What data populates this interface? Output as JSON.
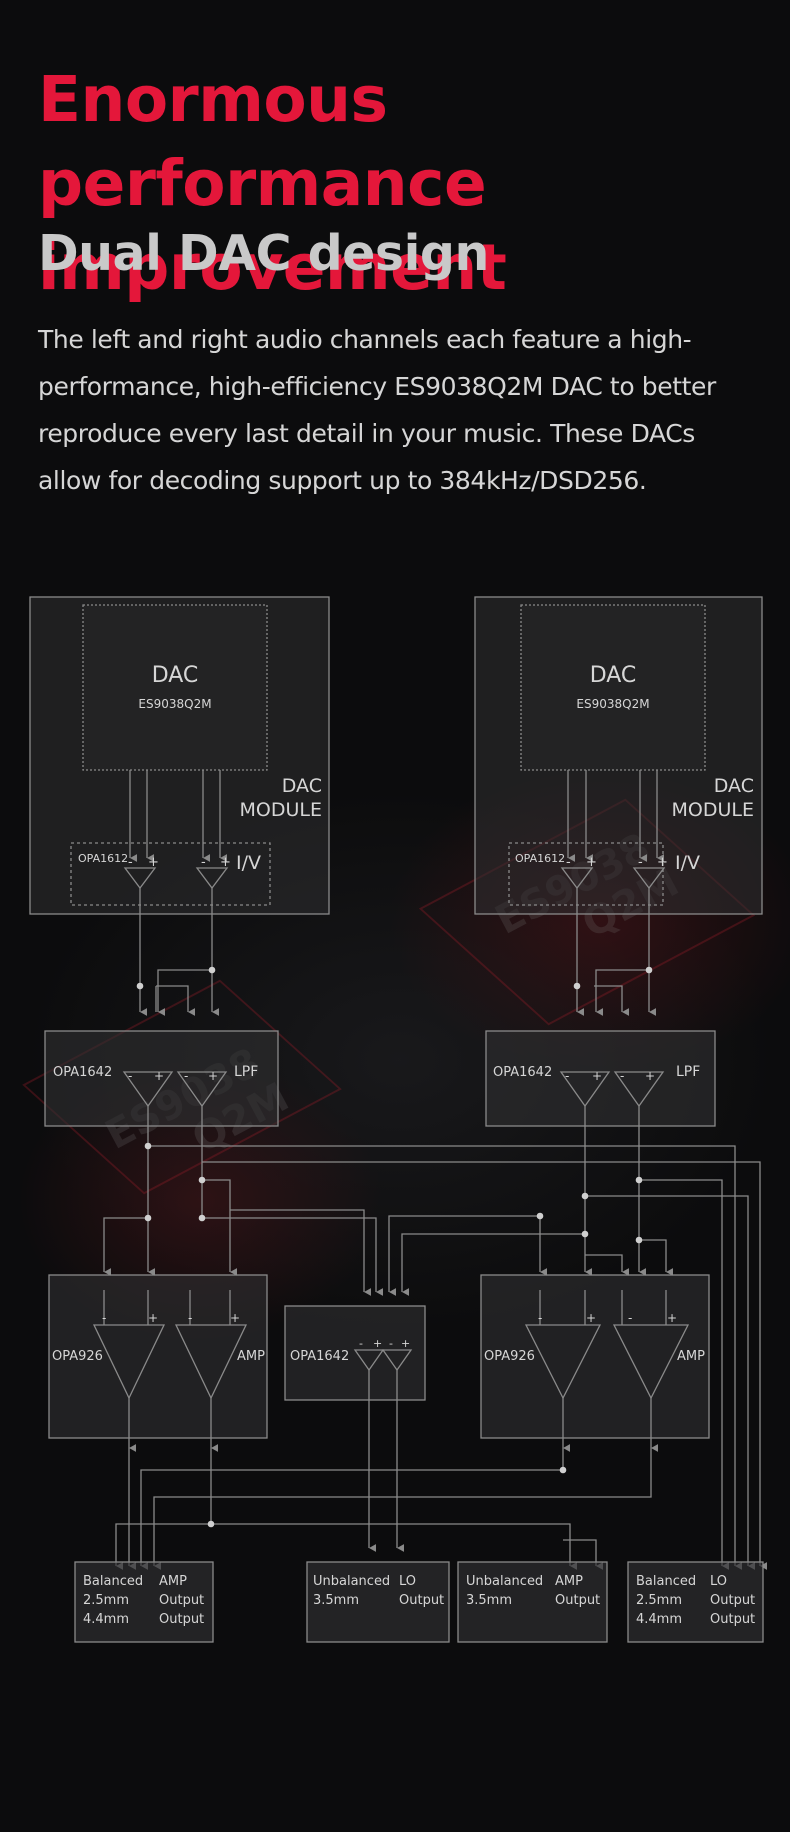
{
  "header": {
    "headline": "Enormous performance improvement",
    "subhead": "Dual DAC design",
    "body": "The left and right audio channels each feature a high-performance, high-efficiency ES9038Q2M DAC to better reproduce every last detail in your music. These DACs allow for decoding support up to 384kHz/DSD256."
  },
  "diagram": {
    "dac_left": {
      "title": "DAC",
      "chip": "ES9038Q2M",
      "module_line1": "DAC",
      "module_line2": "MODULE",
      "iv_amp": "OPA1612",
      "iv_label": "I/V"
    },
    "dac_right": {
      "title": "DAC",
      "chip": "ES9038Q2M",
      "module_line1": "DAC",
      "module_line2": "MODULE",
      "iv_amp": "OPA1612",
      "iv_label": "I/V"
    },
    "lpf_left": {
      "amp": "OPA1642",
      "label": "LPF"
    },
    "lpf_right": {
      "amp": "OPA1642",
      "label": "LPF"
    },
    "amp_left": {
      "amp": "OPA926",
      "label": "AMP"
    },
    "amp_center": {
      "amp": "OPA1642"
    },
    "amp_right": {
      "amp": "OPA926",
      "label": "AMP"
    },
    "chip_watermark": {
      "line1": "ES9038",
      "line2": "Q2M"
    },
    "outputs": [
      {
        "line1": "Balanced",
        "line2": "2.5mm",
        "line3": "4.4mm",
        "out1": "AMP",
        "out2": "Output",
        "out3": "Output"
      },
      {
        "line1": "Unbalanced",
        "line2": "3.5mm",
        "out1": "LO",
        "out2": "Output"
      },
      {
        "line1": "Unbalanced",
        "line2": "3.5mm",
        "out1": "AMP",
        "out2": "Output"
      },
      {
        "line1": "Balanced",
        "line2": "2.5mm",
        "line3": "4.4mm",
        "out1": "LO",
        "out2": "Output",
        "out3": "Output"
      }
    ]
  },
  "colors": {
    "accent": "#e4173a",
    "line": "#8a8a8a",
    "box_fill": "#2b2b2d",
    "background": "#0c0c0d"
  }
}
